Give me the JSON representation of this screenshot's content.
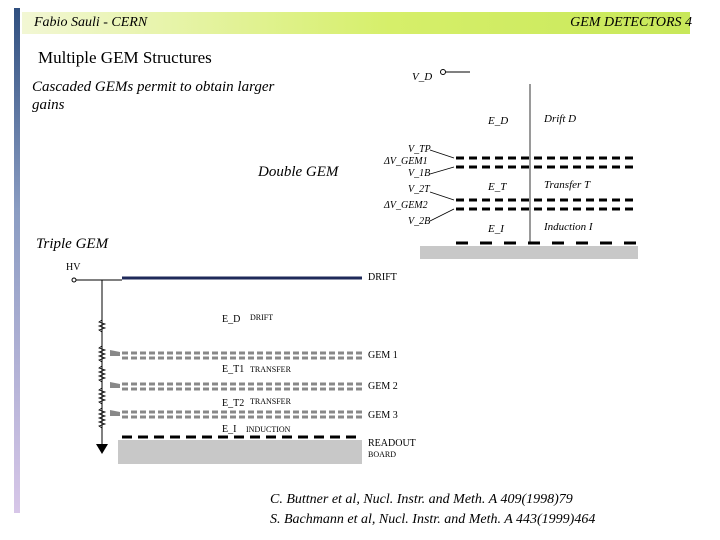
{
  "header": {
    "left": "Fabio Sauli - CERN",
    "right": "GEM DETECTORS 4"
  },
  "slide": {
    "title": "Multiple GEM Structures",
    "subtitle": "Cascaded GEMs permit to obtain larger gains",
    "double_label": "Double GEM",
    "triple_label": "Triple GEM"
  },
  "double_diagram": {
    "vd": "V_D",
    "ed": "E_D",
    "drift": "Drift  D",
    "vtp": "V_TP",
    "dv1": "ΔV_GEM1",
    "v1b": "V_1B",
    "et": "E_T",
    "transfer": "Transfer  T",
    "v2t": "V_2T",
    "dv2": "ΔV_GEM2",
    "v2b": "V_2B",
    "ei": "E_I",
    "induction": "Induction  I"
  },
  "triple_diagram": {
    "hv": "HV",
    "drift_plane": "DRIFT",
    "ed": "E_D",
    "drift_gap": "DRIFT",
    "gem1": "GEM 1",
    "et1": "E_T1",
    "transfer1": "TRANSFER",
    "gem2": "GEM 2",
    "et2": "E_T2",
    "transfer2": "TRANSFER",
    "gem3": "GEM 3",
    "ei": "E_I",
    "induction": "INDUCTION",
    "readout1": "READOUT",
    "readout2": "BOARD"
  },
  "references": [
    "C. Buttner et al, Nucl. Instr. and Meth. A 409(1998)79",
    "S. Bachmann et al, Nucl. Instr. and Meth. A 443(1999)464"
  ]
}
